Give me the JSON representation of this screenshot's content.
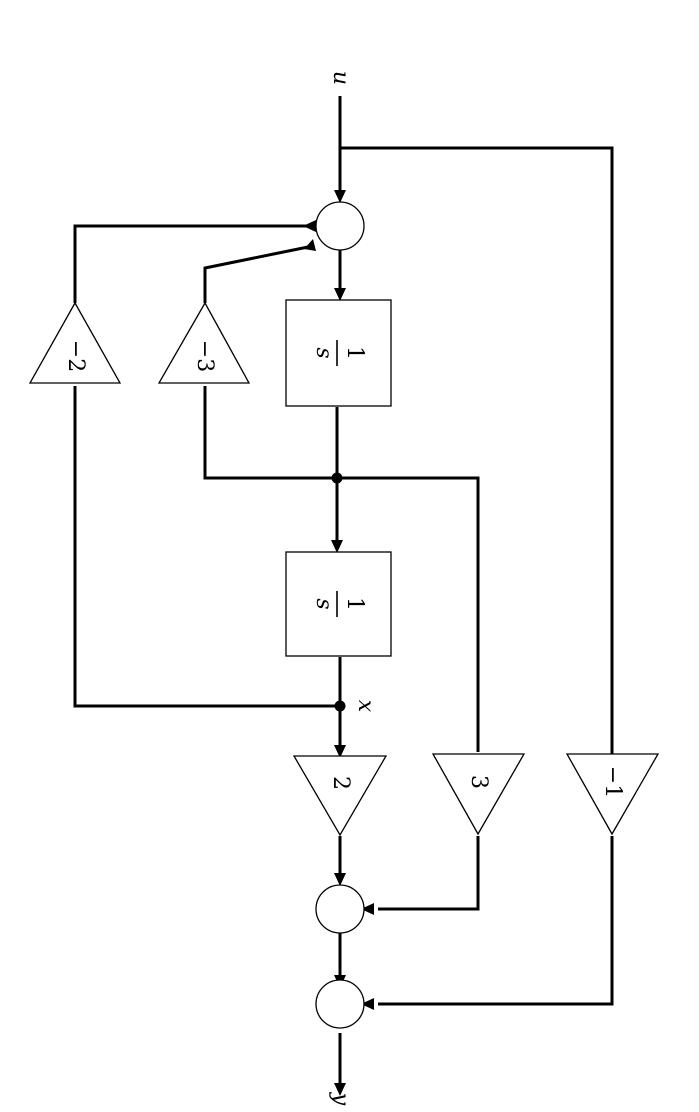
{
  "signals": {
    "input": "u",
    "output": "y",
    "state": "x"
  },
  "integrators": [
    {
      "id": "integrator-1",
      "num": "1",
      "den": "s"
    },
    {
      "id": "integrator-2",
      "num": "1",
      "den": "s"
    }
  ],
  "gains": [
    {
      "id": "gain-minus-2",
      "value": "−2"
    },
    {
      "id": "gain-minus-3",
      "value": "−3"
    },
    {
      "id": "gain-2",
      "value": "2"
    },
    {
      "id": "gain-3",
      "value": "3"
    },
    {
      "id": "gain-minus-1",
      "value": "−1"
    }
  ]
}
